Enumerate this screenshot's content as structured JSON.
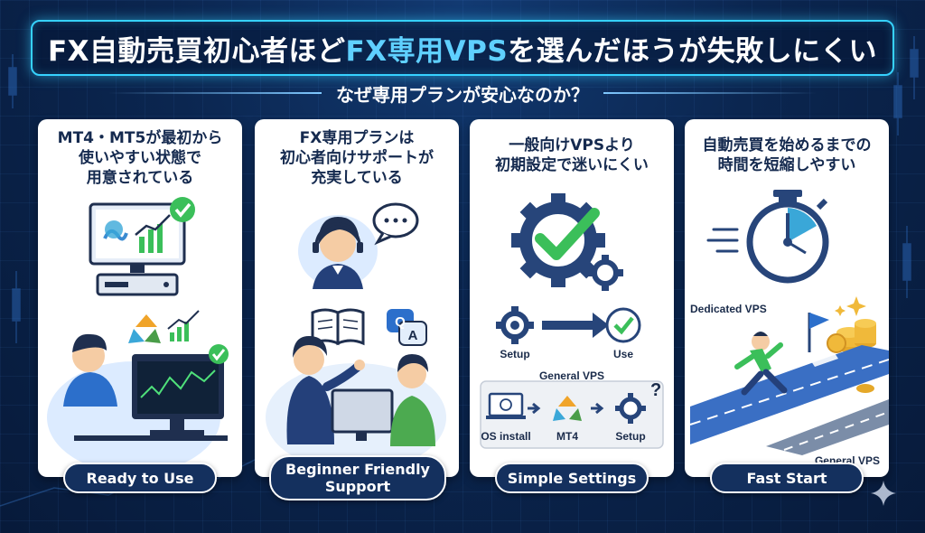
{
  "header": {
    "title_prefix": "FX自動売買初心者ほど",
    "title_highlight": "FX専用VPS",
    "title_suffix": "を選んだほうが失敗しにくい",
    "subtitle": "なぜ専用プランが安心なのか？"
  },
  "cards": [
    {
      "title_lines": [
        "MT4・MT5が最初から",
        "使いやすい状態で",
        "用意されている"
      ],
      "badge": "Ready to Use"
    },
    {
      "title_lines": [
        "FX専用プランは",
        "初心者向けサポートが",
        "充実している"
      ],
      "badge_lines": [
        "Beginner Friendly",
        "Support"
      ],
      "qa_q": "Q",
      "qa_a": "A"
    },
    {
      "title_lines": [
        "一般向けVPSより",
        "初期設定で迷いにくい"
      ],
      "badge": "Simple Settings",
      "flow_setup": "Setup",
      "flow_use": "Use",
      "general_title": "General VPS",
      "general_steps": [
        "OS install",
        "MT4",
        "Setup"
      ],
      "question_mark": "?"
    },
    {
      "title_lines": [
        "自動売買を始めるまでの",
        "時間を短縮しやすい"
      ],
      "badge": "Fast Start",
      "dedicated_label": "Dedicated VPS",
      "general_label": "General VPS"
    }
  ],
  "colors": {
    "accent": "#36d2ff",
    "navy": "#14305e",
    "check_green": "#3bbf5a",
    "gear_navy": "#27457a"
  }
}
